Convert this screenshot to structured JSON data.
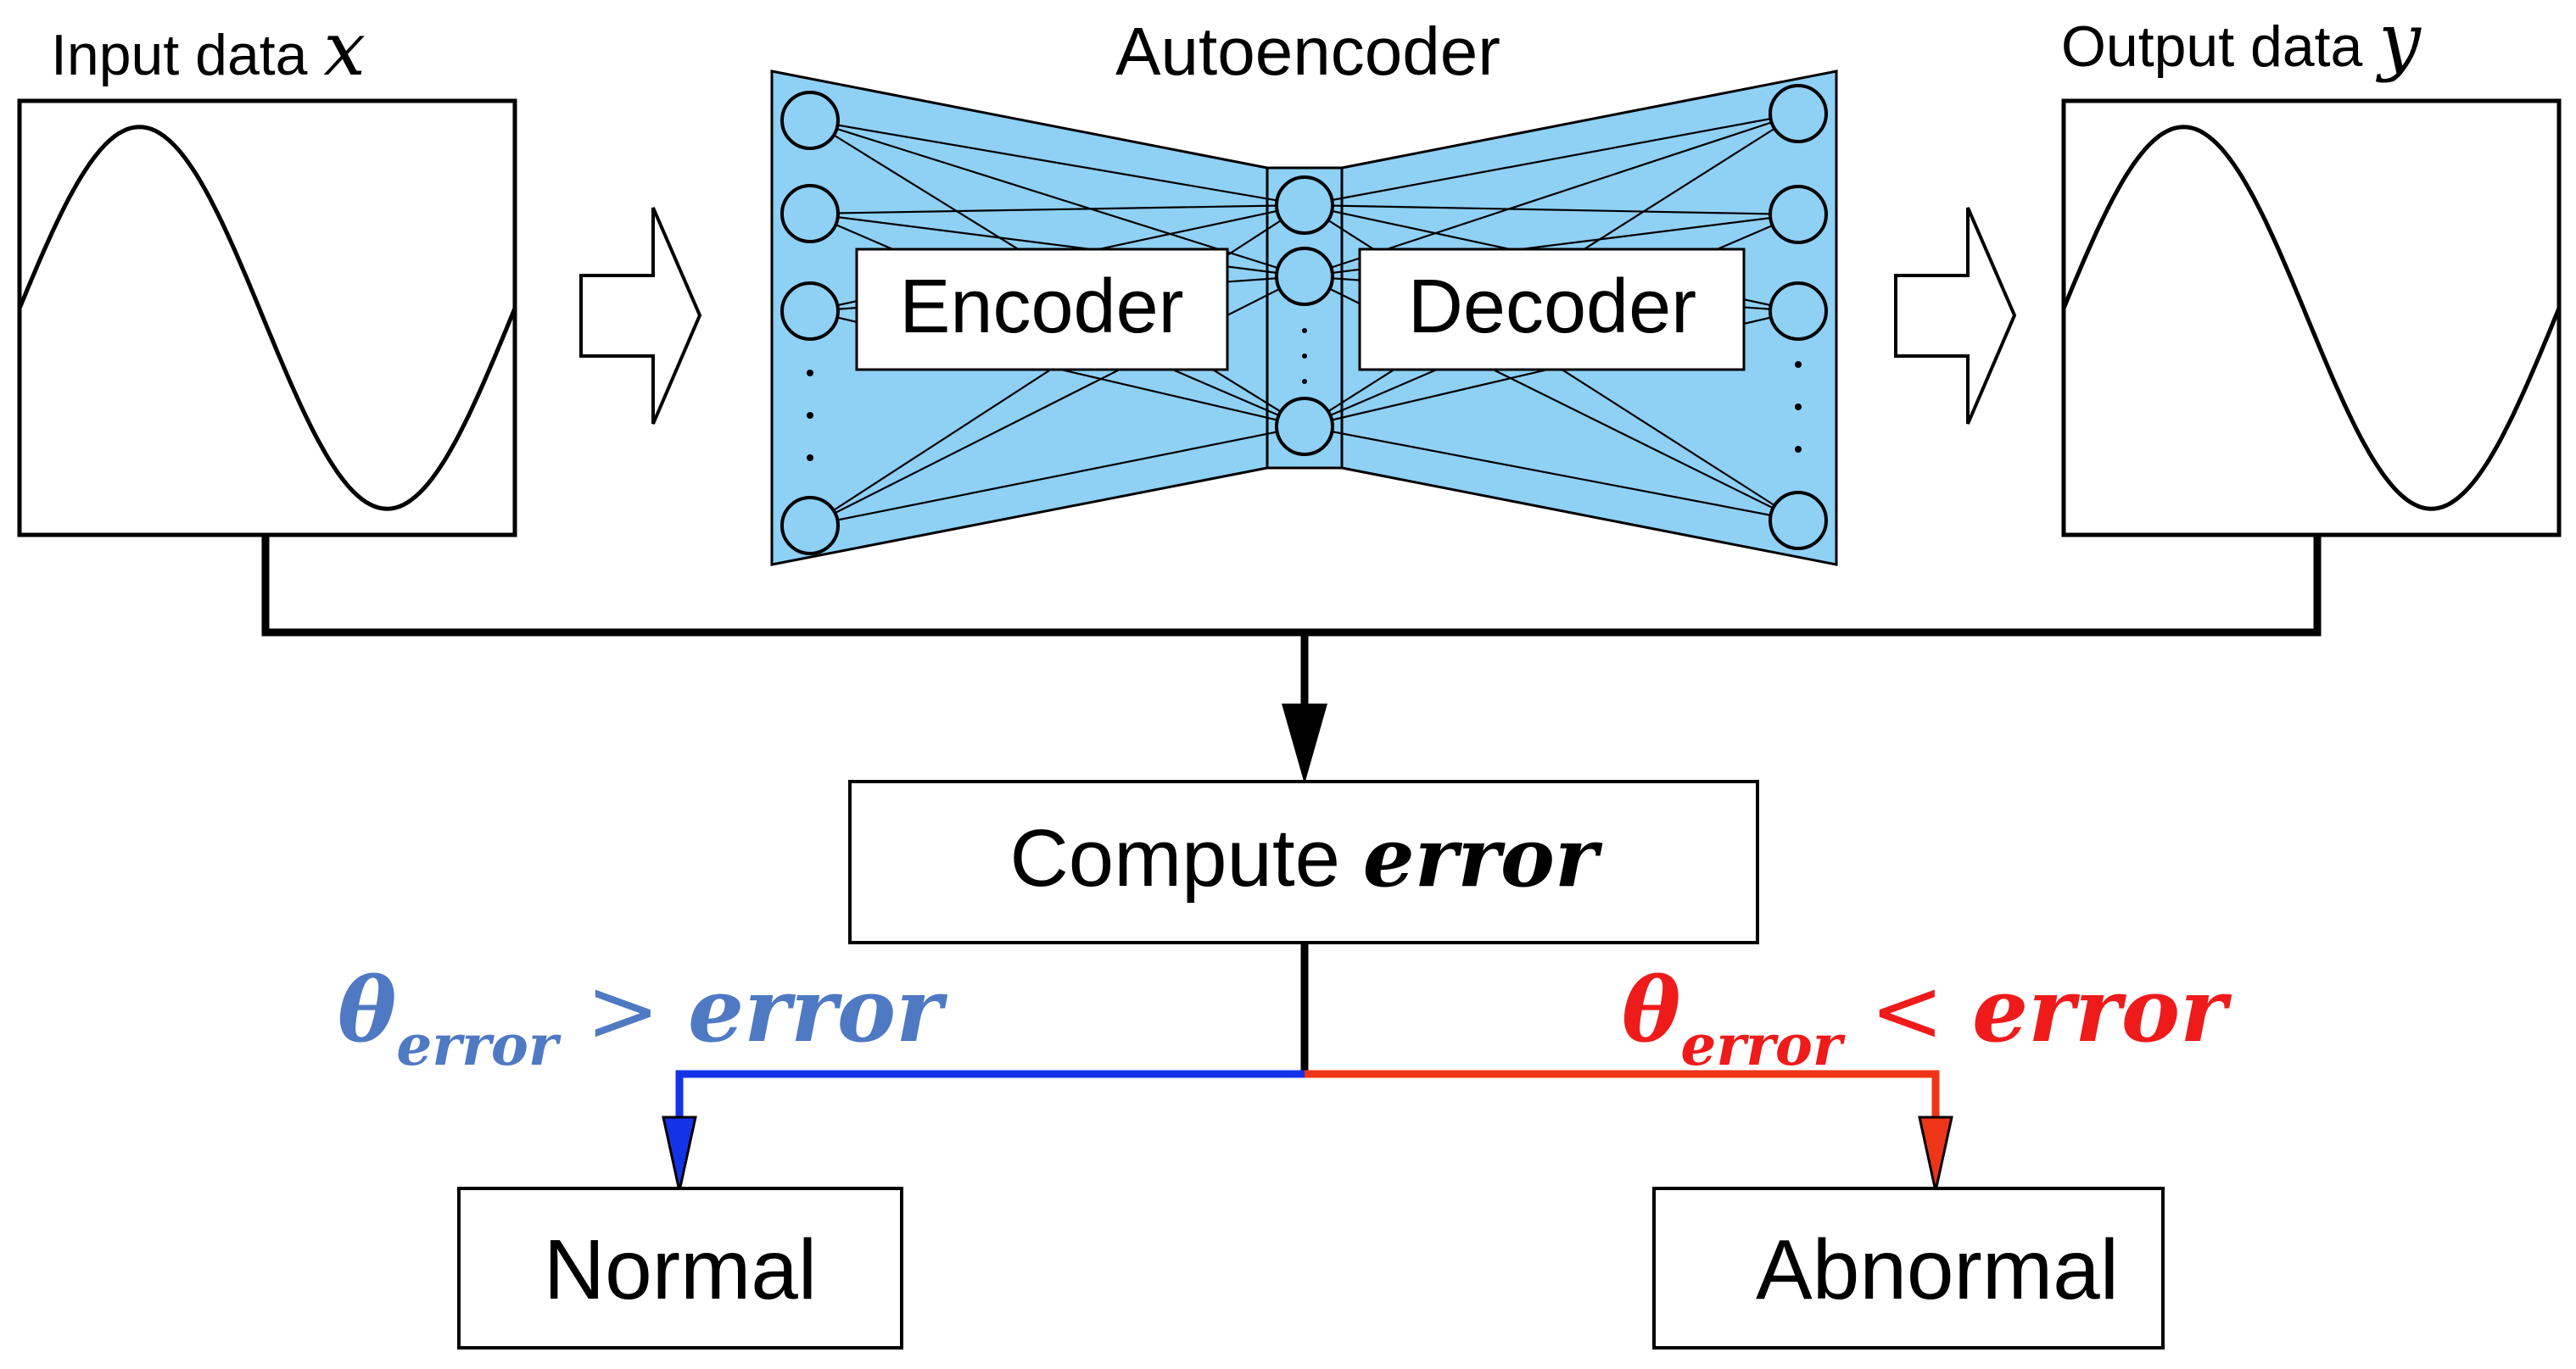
{
  "input": {
    "label_text": "Input data ",
    "label_var": "x"
  },
  "output": {
    "label_text": "Output data ",
    "label_var": "y"
  },
  "autoencoder": {
    "title": "Autoencoder",
    "encoder_label": "Encoder",
    "decoder_label": "Decoder",
    "fill_color": "#8fd0f5",
    "node_fill_color": "#8fd0f5"
  },
  "compute": {
    "text": "Compute ",
    "var": "error"
  },
  "branch_normal": {
    "cond_theta": "θ",
    "cond_sub": "error",
    "cond_op": " > ",
    "cond_var": "error",
    "color": "#4f7ac3",
    "line_color": "#1433e8",
    "result_label": "Normal"
  },
  "branch_abnormal": {
    "cond_theta": "θ",
    "cond_sub": "error",
    "cond_op": " < ",
    "cond_var": "error",
    "color": "#ef1b1b",
    "line_color": "#ef3517",
    "result_label": "Abnormal"
  }
}
